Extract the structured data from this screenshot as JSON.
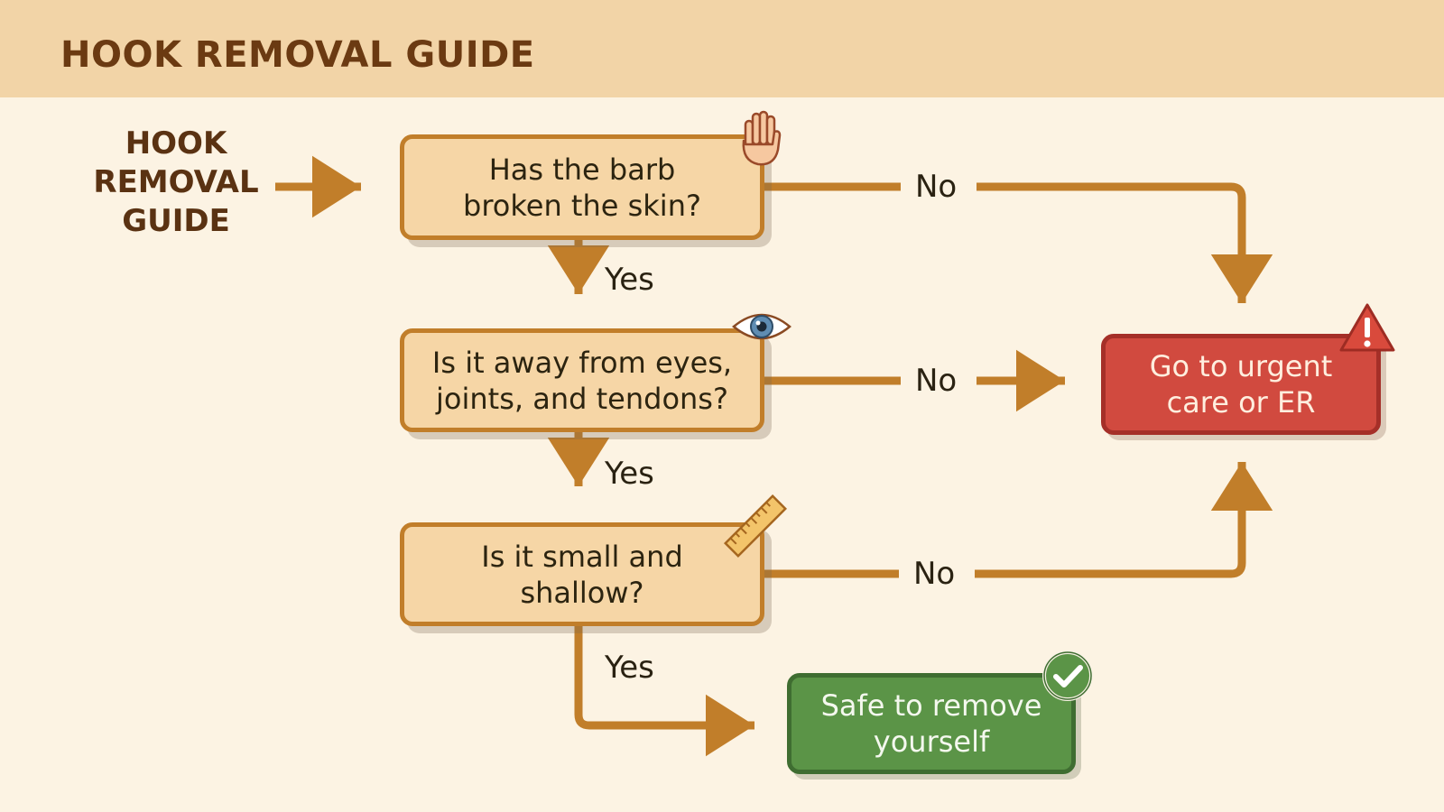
{
  "header": {
    "title": "HOOK REMOVAL GUIDE"
  },
  "start_label": {
    "lines": [
      "HOOK",
      "REMOVAL",
      "GUIDE"
    ]
  },
  "questions": [
    {
      "lines": [
        "Has the barb",
        "broken the skin?"
      ],
      "icon": "raised-hand-icon"
    },
    {
      "lines": [
        "Is it away from eyes,",
        "joints, and tendons?"
      ],
      "icon": "eye-icon"
    },
    {
      "lines": [
        "Is it small and",
        "shallow?"
      ],
      "icon": "ruler-icon"
    }
  ],
  "outcomes": {
    "urgent": {
      "lines": [
        "Go to urgent",
        "care or ER"
      ],
      "icon": "warning-icon"
    },
    "safe": {
      "lines": [
        "Safe to remove",
        "yourself"
      ],
      "icon": "checkmark-icon"
    }
  },
  "edges": {
    "yes": "Yes",
    "no": "No"
  },
  "colors": {
    "arrow": "#c17e2a",
    "question_fill": "#f6d6a6",
    "urgent_fill": "#d14a3f",
    "safe_fill": "#5b9447",
    "header_bg": "#f2d4a7",
    "background": "#fcf3e3"
  }
}
